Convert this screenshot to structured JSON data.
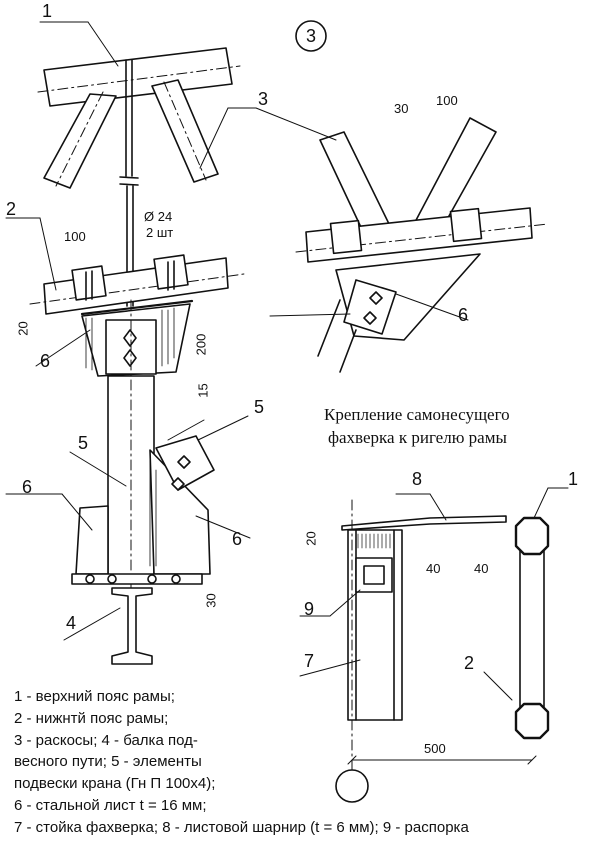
{
  "detail_number": "3",
  "callouts": {
    "n1_top": "1",
    "n2_left": "2",
    "n3_top": "3",
    "n5_mid": "5",
    "n5_right": "5",
    "n6_left": "6",
    "n6_mid_left": "6",
    "n6_mid_right": "6",
    "n4": "4",
    "n6_detail": "6",
    "n8": "8",
    "n1_right": "1",
    "n9": "9",
    "n7": "7",
    "n2_right": "2"
  },
  "dimensions": {
    "d100_left": "100",
    "rod": "Ø 24",
    "rod_count": "2 шт",
    "d20_left": "20",
    "d200": "200",
    "d15": "15",
    "d30_bottom": "30",
    "d30_detail": "30",
    "d100_detail": "100",
    "d20_right": "20",
    "d40_a": "40",
    "d40_b": "40",
    "d500": "500"
  },
  "caption": {
    "line1": "Крепление самонесущего",
    "line2": "фахверка к ригелю рамы"
  },
  "legend": [
    "1 - верхний пояс рамы;",
    "2 - нижнтй пояс рамы;",
    "3 - раскосы; 4 - балка под-",
    "весного пути; 5 - элементы",
    "подвески крана (Гн П 100х4);",
    " 6 - стальной лист t = 16 мм;",
    "7 - стойка фахверка; 8 - листовой шарнир (t = 6 мм); 9 - распорка"
  ]
}
